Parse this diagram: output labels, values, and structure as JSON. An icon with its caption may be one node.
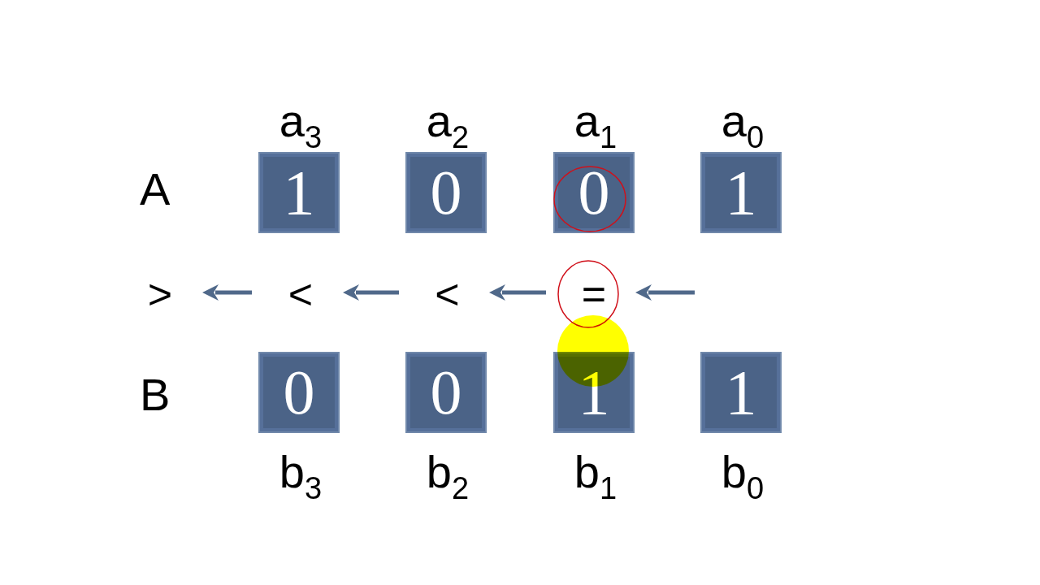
{
  "diagram": {
    "nodes": [
      {
        "text": [
          "1"
        ],
        "beside": [
          "a$_{3}$"
        ]
      },
      {
        "text": [
          "0"
        ],
        "beside": [
          "a$_{2}$"
        ]
      },
      {
        "text": [
          "0"
        ],
        "beside": [
          "a$_{1}$"
        ]
      },
      {
        "text": [
          "1"
        ],
        "beside": [
          "a$_{0}$"
        ]
      },
      {
        "text": [
          ">"
        ]
      },
      {
        "text": [
          "<"
        ]
      },
      {
        "text": [
          "<"
        ]
      },
      {
        "text": [
          "="
        ]
      },
      {
        "text": [
          "0"
        ],
        "beside": [
          "b$_{3}$"
        ]
      },
      {
        "text": [
          "0"
        ],
        "beside": [
          "b$_{2}$"
        ]
      },
      {
        "text": [
          "1"
        ],
        "beside": [
          "b$_{1}$"
        ]
      },
      {
        "text": [
          "1"
        ],
        "beside": [
          "b$_{0}$"
        ]
      }
    ],
    "edges": [
      {
        "from": null,
        "to": 7,
        "arrow": "to"
      },
      {
        "from": 7,
        "to": 6,
        "arrow": "to"
      },
      {
        "from": 6,
        "to": 5,
        "arrow": "to"
      },
      {
        "from": 5,
        "to": 4,
        "arrow": "to"
      }
    ],
    "labels": [
      "A",
      "B"
    ]
  }
}
